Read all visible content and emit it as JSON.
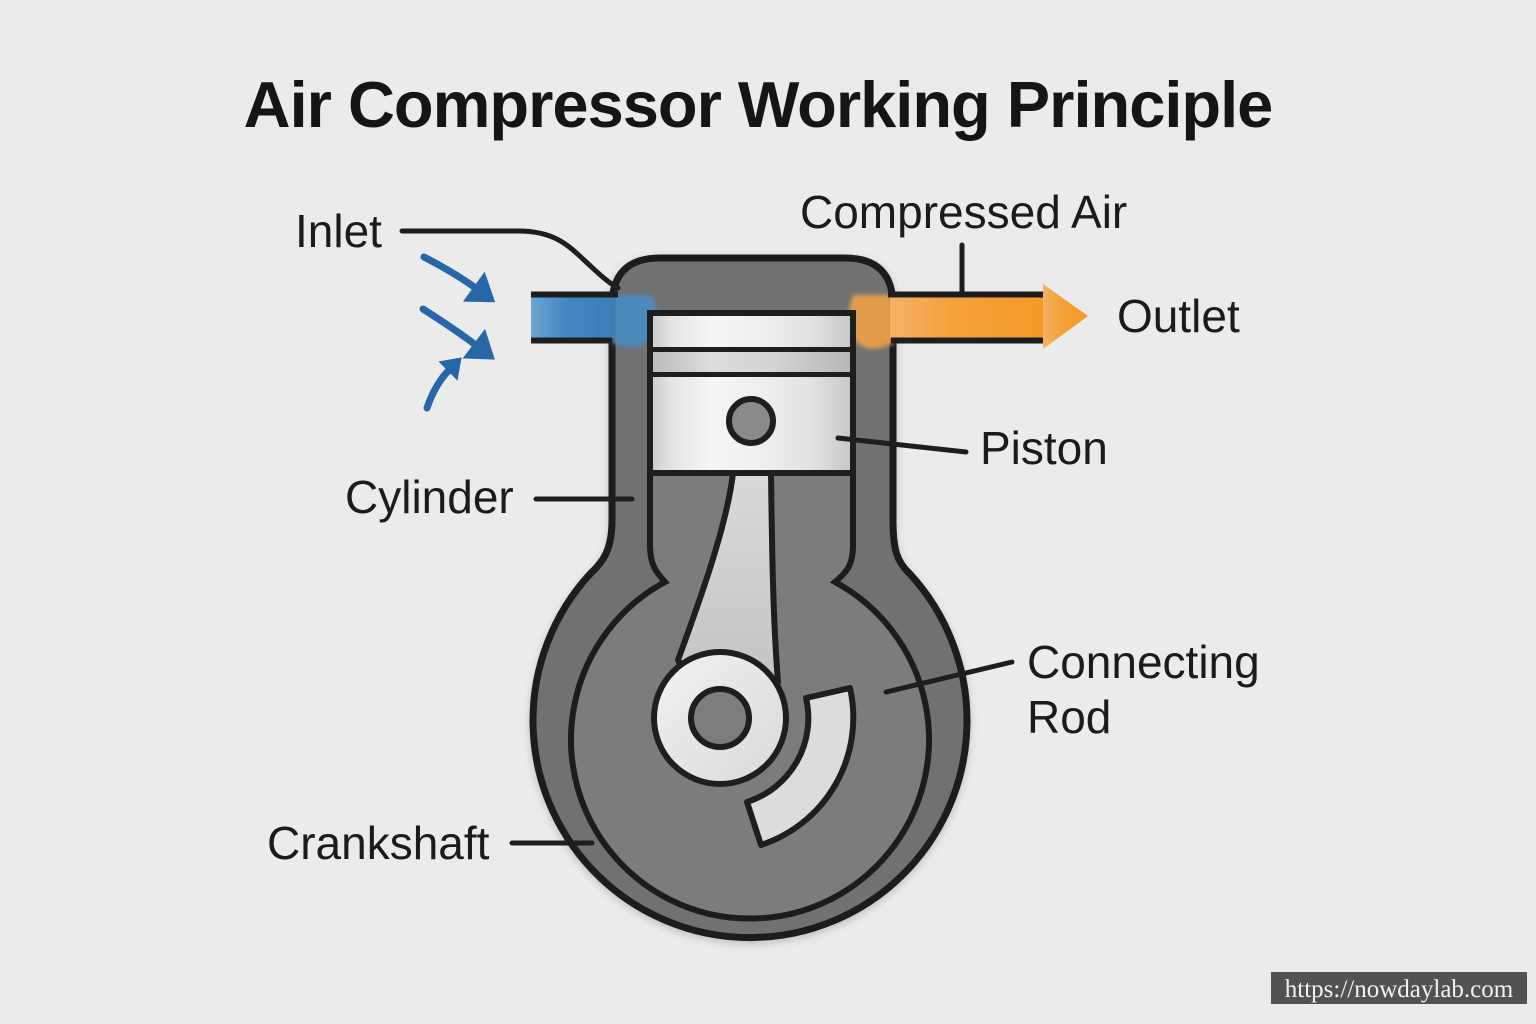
{
  "title": "Air Compressor Working Principle",
  "labels": {
    "inlet": "Inlet",
    "compressed_air": "Compressed Air",
    "outlet": "Outlet",
    "piston": "Piston",
    "cylinder": "Cylinder",
    "connecting_rod_line1": "Connecting",
    "connecting_rod_line2": "Rod",
    "crankshaft": "Crankshaft"
  },
  "watermark": {
    "url_text": "https://nowdaylab.com"
  },
  "icons": {
    "inlet_flow": "curved-air-flow-arrows-icon",
    "outlet_flow": "right-arrow-icon"
  },
  "colors": {
    "background": "#ebebeb",
    "body_gray": "#717171",
    "inner_gray": "#7b7b7b",
    "outline": "#1e1e1e",
    "label_text": "#1b1b1b",
    "pipe_blue": "#4387c1",
    "arrow_blue": "#2767a8",
    "pipe_orange": "#f5a23a",
    "piston_light": "#eeeeee",
    "rod_gray": "#cbcbcb",
    "disc_gray": "#e9e9e9",
    "hub_gray": "#7d7d7d",
    "pin_gray": "#8a8a8a",
    "watermark_bg": "#525252",
    "watermark_text": "#f2f2f2"
  }
}
